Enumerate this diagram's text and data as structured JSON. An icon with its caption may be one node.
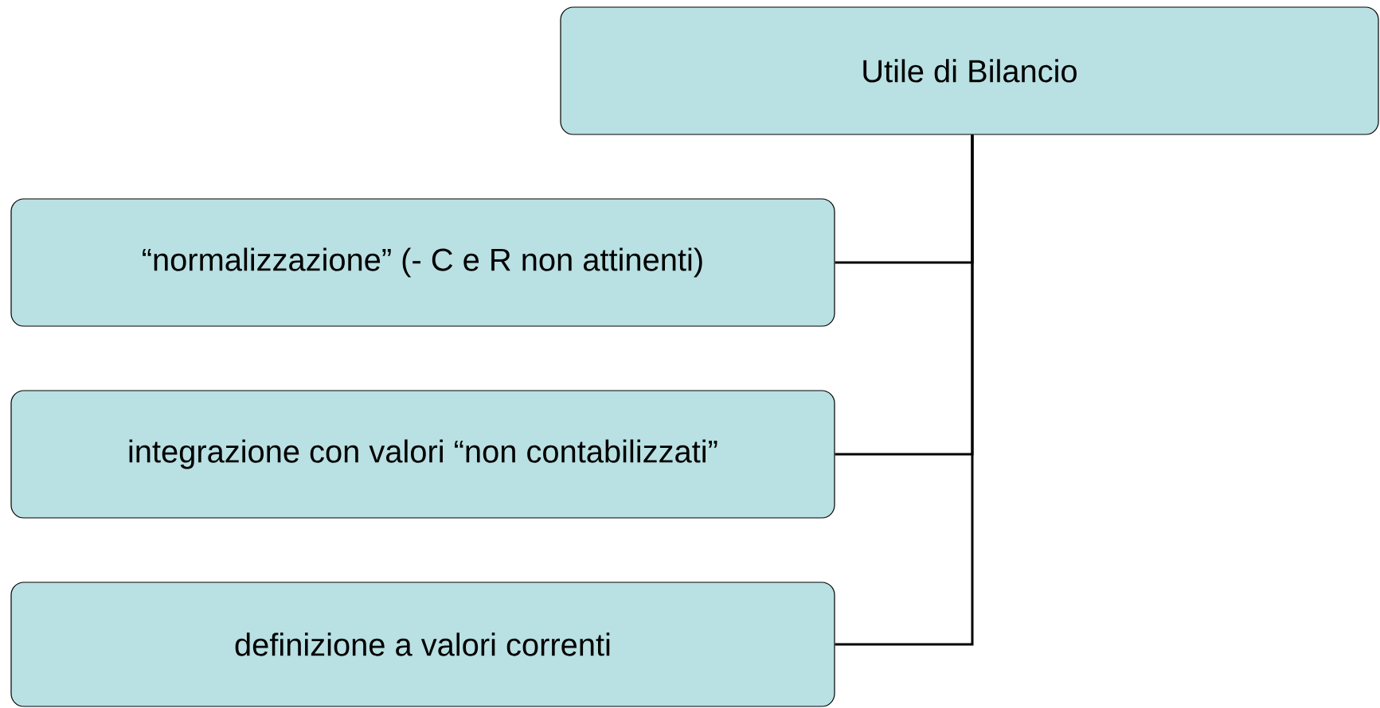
{
  "diagram": {
    "nodes": [
      {
        "text": [
          "Utile di Bilancio"
        ]
      },
      {
        "text": [
          "“normalizzazione” (- C e R non attinenti)"
        ]
      },
      {
        "text": [
          "integrazione con valori “non contabilizzati”"
        ]
      },
      {
        "text": [
          "definizione a valori correnti"
        ]
      }
    ],
    "edges": [
      {
        "from": 0,
        "to": 1,
        "arrow": "none"
      },
      {
        "from": 0,
        "to": 2,
        "arrow": "none"
      },
      {
        "from": 0,
        "to": 3,
        "arrow": "none"
      }
    ]
  }
}
